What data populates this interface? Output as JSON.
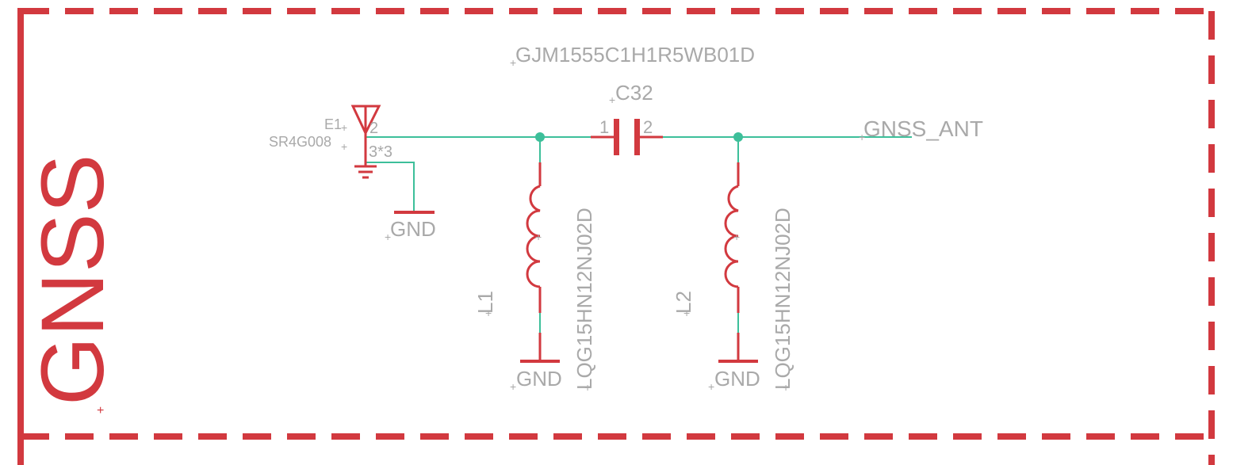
{
  "frame": {
    "title": "GNSS"
  },
  "antenna": {
    "name": "E1",
    "value": "SR4G008",
    "pin_label": "2",
    "size_label": "3*3"
  },
  "capacitor": {
    "name": "C32",
    "value": "GJM1555C1H1R5WB01D",
    "pin1": "1",
    "pin2": "2"
  },
  "inductor_1": {
    "name": "L1",
    "value": "LQG15HN12NJ02D"
  },
  "inductor_2": {
    "name": "L2",
    "value": "LQG15HN12NJ02D"
  },
  "net_labels": {
    "gnss_ant": "GNSS_ANT",
    "gnd_antenna": "GND",
    "gnd_l1": "GND",
    "gnd_l2": "GND"
  },
  "colors": {
    "frame": "#d2393f",
    "wire": "#3dbf9a",
    "component": "#d2393f",
    "junction": "#3dbf9a",
    "text": "#a9a9a9"
  }
}
